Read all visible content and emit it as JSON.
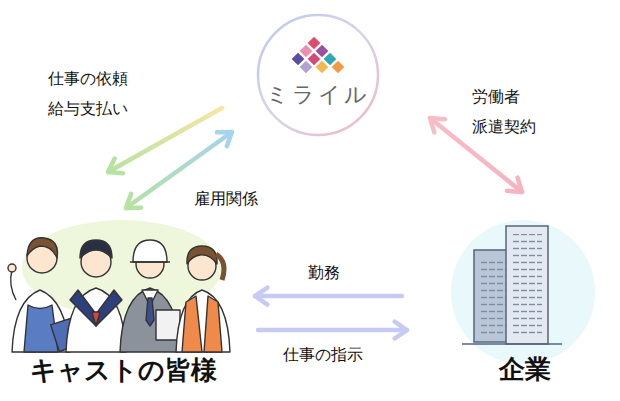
{
  "diagram": {
    "nodes": [
      {
        "text": [
          "ミライル"
        ]
      },
      {
        "text": [
          "キャストの皆様"
        ]
      },
      {
        "text": [
          "企業"
        ]
      }
    ],
    "edges": [
      {
        "from": 0,
        "to": 1,
        "label": "仕事の依頼 給与支払い",
        "arrow": "to"
      },
      {
        "from": 1,
        "to": 0,
        "label": "雇用関係",
        "arrow": "both"
      },
      {
        "from": 0,
        "to": 2,
        "label": "労働者 派遣契約",
        "arrow": "both"
      },
      {
        "from": 2,
        "to": 1,
        "label": "勤務",
        "arrow": "to"
      },
      {
        "from": 1,
        "to": 2,
        "label": "仕事の指示",
        "arrow": "to"
      }
    ]
  }
}
